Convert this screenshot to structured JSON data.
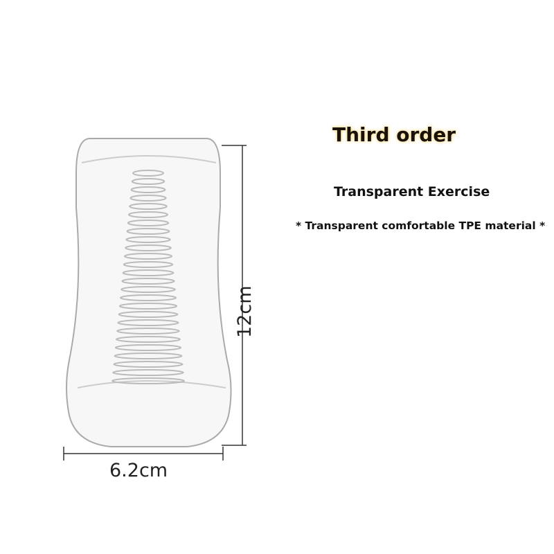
{
  "heading": {
    "title": "Third order",
    "subtitle": "Transparent Exercise",
    "note": "* Transparent comfortable TPE material *"
  },
  "dimensions": {
    "height_label": "12cm",
    "width_label": "6.2cm"
  },
  "colors": {
    "title_glow": "#f3d98a",
    "line": "#333333"
  }
}
